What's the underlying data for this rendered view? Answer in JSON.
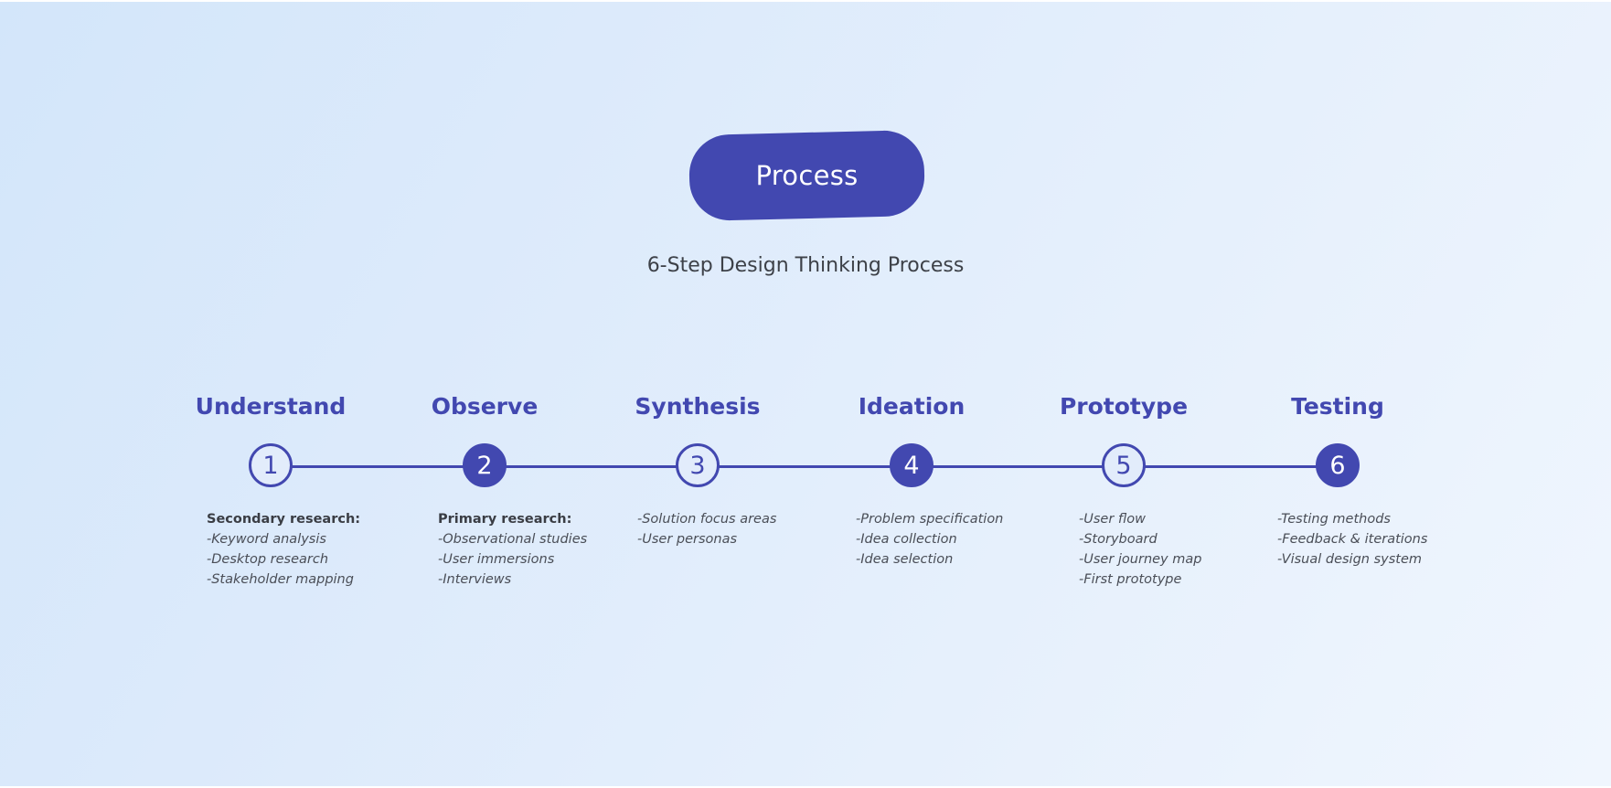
{
  "header": {
    "title": "Process",
    "subtitle": "6-Step Design Thinking Process"
  },
  "colors": {
    "accent": "#4248b0",
    "text": "#3d4148"
  },
  "steps": [
    {
      "number": "1",
      "title": "Understand",
      "filled": false,
      "heading": "Secondary research:",
      "items": [
        "-Keyword analysis",
        "-Desktop research",
        "-Stakeholder mapping"
      ]
    },
    {
      "number": "2",
      "title": "Observe",
      "filled": true,
      "heading": "Primary research:",
      "items": [
        "-Observational studies",
        "-User immersions",
        "-Interviews"
      ]
    },
    {
      "number": "3",
      "title": "Synthesis",
      "filled": false,
      "heading": "",
      "items": [
        "-Solution focus areas",
        "-User personas"
      ]
    },
    {
      "number": "4",
      "title": "Ideation",
      "filled": true,
      "heading": "",
      "items": [
        "-Problem specification",
        "-Idea collection",
        "-Idea selection"
      ]
    },
    {
      "number": "5",
      "title": "Prototype",
      "filled": false,
      "heading": "",
      "items": [
        "-User flow",
        "-Storyboard",
        "-User journey map",
        "-First prototype"
      ]
    },
    {
      "number": "6",
      "title": "Testing",
      "filled": true,
      "heading": "",
      "items": [
        "-Testing methods",
        "-Feedback & iterations",
        "-Visual design system"
      ]
    }
  ]
}
